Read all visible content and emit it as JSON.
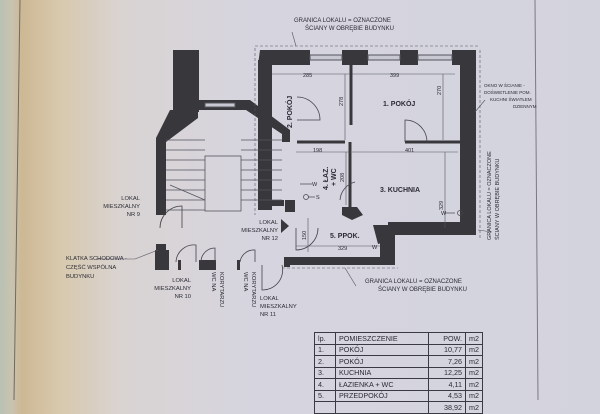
{
  "annotations": {
    "boundary_top": [
      "GRANICA LOKALU = OZNACZONE",
      "ŚCIANY W OBRĘBIE BUDYNKU"
    ],
    "boundary_bottom": [
      "GRANICA LOKALU = OZNACZONE",
      "ŚCIANY W OBRĘBIE BUDYNKU"
    ],
    "boundary_right": [
      "GRANICA LOKALU = OZNACZONE",
      "ŚCIANY W OBRĘBIE BUDYNKU"
    ],
    "window_note": [
      "OKNO W ŚCIANIE -",
      "DOŚWIETLENIE POM.",
      "KUCHNI ŚWIATŁEM",
      "DZIENNYM"
    ],
    "lokal_9": [
      "LOKAL",
      "MIESZKALNY",
      "NR 9"
    ],
    "lokal_10": [
      "LOKAL",
      "MIESZKALNY",
      "NR 10"
    ],
    "lokal_11": [
      "LOKAL",
      "MIESZKALNY",
      "NR 11"
    ],
    "lokal_12": [
      "LOKAL",
      "MIESZKALNY",
      "NR 12"
    ],
    "stairwell": [
      "KLATKA SCHODOWA -",
      "CZĘŚĆ WSPÓLNA",
      "BUDYNKU"
    ],
    "wc_1": [
      "WC NA",
      "KORYTARZU"
    ],
    "wc_2": [
      "WC NA",
      "KORYTARZU"
    ]
  },
  "rooms": {
    "pokoj1": "1. POKÓJ",
    "pokoj2": "2. POKÓJ",
    "kuchnia": "3. KUCHNIA",
    "lazienka": [
      "4. ŁAZ.",
      "+ WC"
    ],
    "ppok": "5. PPOK."
  },
  "dimensions": {
    "d285": "285",
    "d399": "399",
    "d278": "278",
    "d270": "270",
    "d198": "198",
    "d401": "401",
    "d208": "208",
    "d329v": "329",
    "d150": "150",
    "d329h": "329"
  },
  "fixtures": {
    "w": "W",
    "s": "S"
  },
  "table": {
    "headers": [
      "lp.",
      "POMIESZCZENIE",
      "POW.",
      "m2"
    ],
    "rows": [
      [
        "1.",
        "POKÓJ",
        "10,77",
        "m2"
      ],
      [
        "2.",
        "POKÓJ",
        "7,26",
        "m2"
      ],
      [
        "3.",
        "KUCHNIA",
        "12,25",
        "m2"
      ],
      [
        "4.",
        "ŁAZIENKA + WC",
        "4,11",
        "m2"
      ],
      [
        "5.",
        "PRZEDPOKÓJ",
        "4,53",
        "m2"
      ]
    ],
    "total": [
      "",
      "",
      "38,92",
      "m2"
    ]
  }
}
